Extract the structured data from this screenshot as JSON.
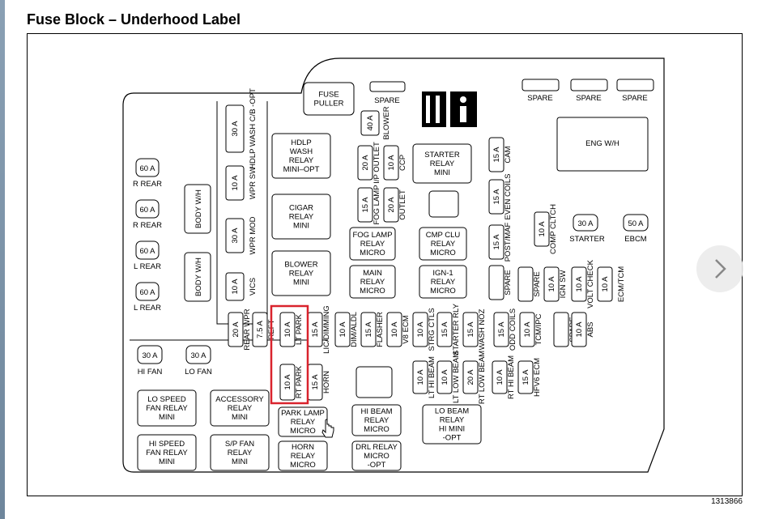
{
  "header": {
    "title": "Fuse Block – Underhood Label"
  },
  "figure_number": "1313866",
  "navigation": {
    "next_icon": "chevron-right-icon"
  },
  "highlight_color": "#d9232d",
  "fuse_puller": [
    "FUSE",
    "PULLER"
  ],
  "spares_top": {
    "center": "SPARE",
    "right": [
      "SPARE",
      "SPARE",
      "SPARE"
    ]
  },
  "book_icon": "manual-info-icon",
  "eng_wh": "ENG W/H",
  "left_fuses": [
    {
      "amp": "60 A",
      "label": "R REAR"
    },
    {
      "amp": "60 A",
      "label": "R REAR"
    },
    {
      "amp": "60 A",
      "label": "L REAR"
    },
    {
      "amp": "60 A",
      "label": "L REAR"
    }
  ],
  "body_wh": [
    "BODY W/H",
    "BODY W/H"
  ],
  "fans": [
    {
      "amp": "30 A",
      "label": "HI FAN"
    },
    {
      "amp": "30 A",
      "label": "LO FAN"
    }
  ],
  "vertical_fuses_col1": [
    {
      "amp": "30 A",
      "label": "HDLP WASH C/B -OPT"
    },
    {
      "amp": "10 A",
      "label": "WPR SW"
    },
    {
      "amp": "30 A",
      "label": "WPR MOD"
    },
    {
      "amp": "10 A",
      "label": "VICS"
    }
  ],
  "relays_center": [
    [
      "HDLP",
      "WASH",
      "RELAY",
      "MINI–OPT"
    ],
    [
      "CIGAR",
      "RELAY",
      "MINI"
    ],
    [
      "BLOWER",
      "RELAY",
      "MINI"
    ]
  ],
  "blower_fuse": {
    "amp": "40 A",
    "label": "BLOWER"
  },
  "pair_fuses_top": [
    {
      "amp": "20 A",
      "label": "I/P OUTLET"
    },
    {
      "amp": "10 A",
      "label": "CCP"
    }
  ],
  "pair_fuses_mid": [
    {
      "amp": "15 A",
      "label": "FOG LAMP"
    },
    {
      "amp": "20 A",
      "label": "OUTLET"
    }
  ],
  "starter_relay": [
    "STARTER",
    "RELAY",
    "MINI"
  ],
  "micro_relays": [
    [
      "FOG LAMP",
      "RELAY",
      "MICRO"
    ],
    [
      "CMP CLU",
      "RELAY",
      "MICRO"
    ],
    [
      "MAIN",
      "RELAY",
      "MICRO"
    ],
    [
      "IGN-1",
      "RELAY",
      "MICRO"
    ]
  ],
  "right_column_fuses": [
    {
      "amp": "15 A",
      "label": "CAM"
    },
    {
      "amp": "15 A",
      "label": "EVEN COILS"
    },
    {
      "amp": "10 A",
      "label": "COMP CLTCH"
    },
    {
      "amp": "15 A",
      "label": "POST/MAF"
    },
    {
      "amp": "",
      "label": "SPARE"
    }
  ],
  "starter_fuse": {
    "amp": "30 A",
    "label": "STARTER"
  },
  "ebcm_fuse": {
    "amp": "50 A",
    "label": "EBCM"
  },
  "right_cluster": [
    {
      "amp": "",
      "label": "SPARE"
    },
    {
      "amp": "10 A",
      "label": "IGN SW"
    },
    {
      "amp": "10 A",
      "label": "VOLT CHECK"
    },
    {
      "amp": "10 A",
      "label": "ECM/TCM"
    }
  ],
  "row_fuses": [
    {
      "amp": "20 A",
      "label": "REAR WPR"
    },
    {
      "amp": "7.5 A",
      "label": "REFT"
    },
    {
      "amp": "10 A",
      "label": "LT PARK"
    },
    {
      "amp": "15 A",
      "label": "LIC/DIMMING"
    },
    {
      "amp": "10 A",
      "label": "DIM/ALDL"
    },
    {
      "amp": "15 A",
      "label": "FLASHER"
    },
    {
      "amp": "10 A",
      "label": "V8 ECM"
    },
    {
      "amp": "10 A",
      "label": "STRG CTLS"
    },
    {
      "amp": "15 A",
      "label": "STARTER RLY"
    },
    {
      "amp": "15 A",
      "label": "WASH NOZ"
    },
    {
      "amp": "15 A",
      "label": "ODD COILS"
    },
    {
      "amp": "10 A",
      "label": "TCM/IPC"
    },
    {
      "amp": "",
      "label": "SPARE"
    },
    {
      "amp": "10 A",
      "label": "ABS"
    }
  ],
  "rt_park": {
    "amp": "10 A",
    "label": "RT PARK"
  },
  "horn_fuse": {
    "amp": "15 A",
    "label": "HORN"
  },
  "beam_fuses": [
    {
      "amp": "10 A",
      "label": "LT HI BEAM"
    },
    {
      "amp": "10 A",
      "label": "LT LOW BEAM"
    },
    {
      "amp": "20 A",
      "label": "RT LOW BEAM"
    },
    {
      "amp": "10 A",
      "label": "RT HI BEAM"
    },
    {
      "amp": "15 A",
      "label": "HFV6 ECM"
    }
  ],
  "bottom_relays": [
    [
      "LO SPEED",
      "FAN RELAY",
      "MINI"
    ],
    [
      "ACCESSORY",
      "RELAY",
      "MINI"
    ],
    [
      "HI SPEED",
      "FAN RELAY",
      "MINI"
    ],
    [
      "S/P FAN",
      "RELAY",
      "MINI"
    ],
    [
      "PARK LAMP",
      "RELAY",
      "MICRO"
    ],
    [
      "HORN",
      "RELAY",
      "MICRO"
    ],
    [
      "HI BEAM",
      "RELAY",
      "MICRO"
    ],
    [
      "DRL RELAY",
      "MICRO",
      "-OPT"
    ],
    [
      "LO BEAM",
      "RELAY",
      "HI MINI",
      "-OPT"
    ]
  ]
}
